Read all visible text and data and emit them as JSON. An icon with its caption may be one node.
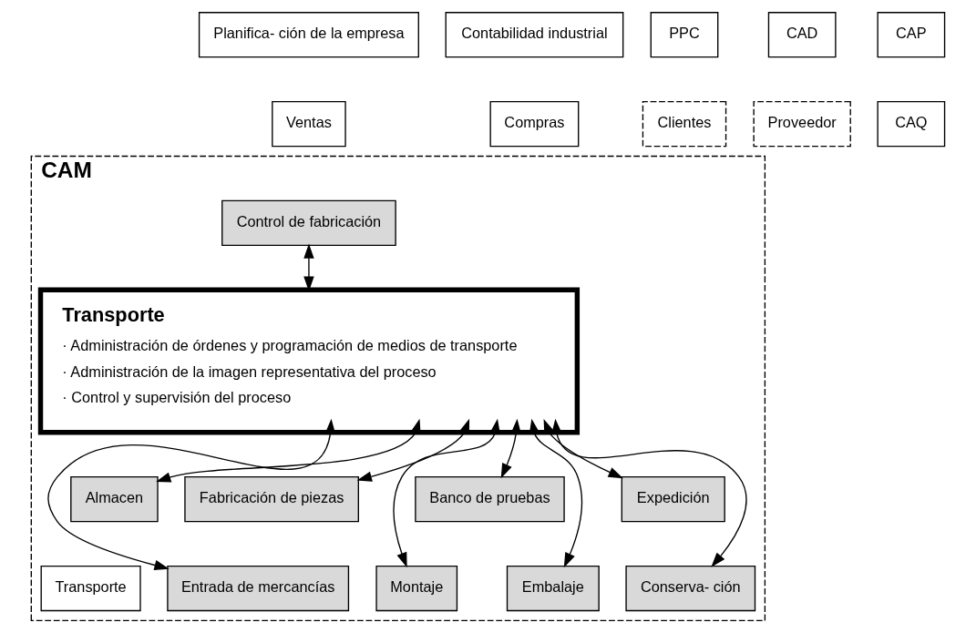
{
  "diagram": {
    "nodes": [
      {
        "text": [
          "Planifica- ción de la empresa"
        ]
      },
      {
        "text": [
          "Contabilidad industrial"
        ]
      },
      {
        "text": [
          "PPC"
        ]
      },
      {
        "text": [
          "CAD"
        ]
      },
      {
        "text": [
          "CAP"
        ]
      },
      {
        "text": [
          "Ventas"
        ]
      },
      {
        "text": [
          "Compras"
        ]
      },
      {
        "text": [
          "Clientes"
        ]
      },
      {
        "text": [
          "Proveedor"
        ]
      },
      {
        "text": [
          "CAQ"
        ]
      },
      {
        "text": [
          "CAM"
        ]
      },
      {
        "text": [
          "Control de fabricación"
        ],
        "in": 10
      },
      {
        "text": [
          "Transporte",
          "· Administración de órdenes y programación de medios de transporte",
          "· Administración de la imagen representativa del proceso",
          "· Control y supervisión del proceso"
        ],
        "in": 10
      },
      {
        "text": [
          "Almacen"
        ],
        "in": 10
      },
      {
        "text": [
          "Fabricación de piezas"
        ],
        "in": 10
      },
      {
        "text": [
          "Banco de pruebas"
        ],
        "in": 10
      },
      {
        "text": [
          "Expedición"
        ],
        "in": 10
      },
      {
        "text": [
          "Entrada de mercancías"
        ],
        "in": 10
      },
      {
        "text": [
          "Transporte"
        ],
        "in": 10
      },
      {
        "text": [
          "Montaje"
        ],
        "in": 10
      },
      {
        "text": [
          "Embalaje"
        ],
        "in": 10
      },
      {
        "text": [
          "Conserva- ción"
        ],
        "in": 10
      }
    ],
    "edges": [
      {
        "from": 11,
        "to": 12,
        "arrow": "both"
      },
      {
        "from": 12,
        "to": 17,
        "arrow": "both"
      },
      {
        "from": 12,
        "to": 13,
        "arrow": "both"
      },
      {
        "from": 12,
        "to": 14,
        "arrow": "both"
      },
      {
        "from": 12,
        "to": 19,
        "arrow": "both"
      },
      {
        "from": 12,
        "to": 15,
        "arrow": "both"
      },
      {
        "from": 12,
        "to": 20,
        "arrow": "both"
      },
      {
        "from": 12,
        "to": 16,
        "arrow": "both"
      },
      {
        "from": 12,
        "to": 21,
        "arrow": "both"
      }
    ]
  }
}
